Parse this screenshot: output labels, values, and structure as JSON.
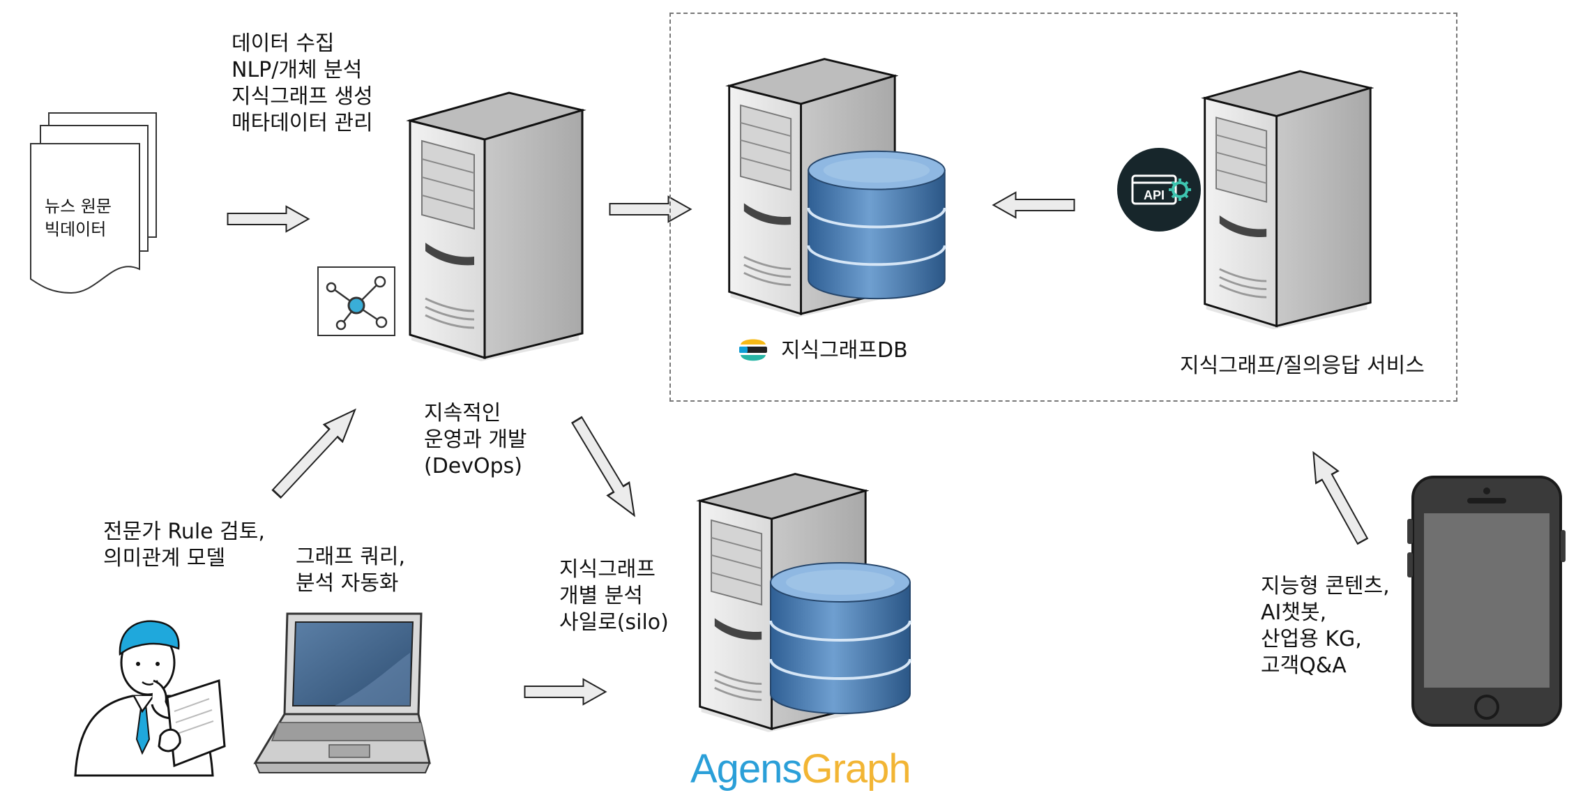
{
  "labels": {
    "news_doc": [
      "뉴스 원문",
      "빅데이터"
    ],
    "pipeline": [
      "데이터 수집",
      "NLP/개체 분석",
      "지식그래프 생성",
      "매타데이터 관리"
    ],
    "devops": [
      "지속적인",
      "운영과 개발",
      "(DevOps)"
    ],
    "expert": [
      "전문가 Rule 검토,",
      "의미관계 모델"
    ],
    "graph_query": [
      "그래프 쿼리,",
      "분석 자동화"
    ],
    "silo": [
      "지식그래프",
      "개별 분석",
      "사일로(silo)"
    ],
    "kg_db": "지식그래프DB",
    "qa_service": "지식그래프/질의응답 서비스",
    "applications": [
      "지능형 콘텐츠,",
      "AI챗봇,",
      "산업용 KG,",
      "고객Q&A"
    ],
    "api_badge": "API"
  },
  "brand": {
    "part1": "Agens",
    "part2": "Graph",
    "color1": "#2a9fd8",
    "color2": "#f2b534"
  },
  "icons": {
    "documents": "document-stack-icon",
    "network": "network-graph-icon",
    "api": "api-gear-icon",
    "kg_db_logo": "elastic-logo-icon",
    "person": "person-reading-icon",
    "laptop": "laptop-icon",
    "smartphone": "smartphone-icon"
  },
  "colors": {
    "database": "#4a80b8",
    "server": "#e3e3e3",
    "arrow": "#ececec"
  }
}
